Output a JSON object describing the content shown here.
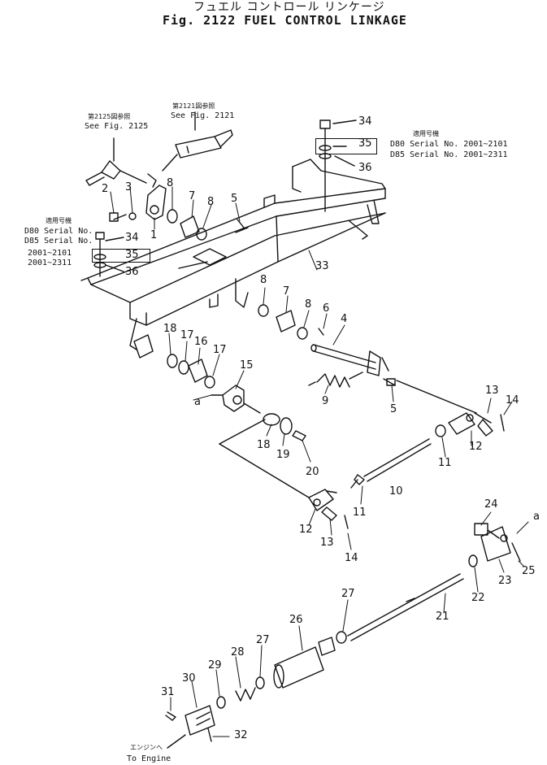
{
  "header": {
    "title_jp": "フュエル コントロール リンケージ",
    "title_en": "Fig. 2122 FUEL CONTROL LINKAGE"
  },
  "references": {
    "ref_2125_jp": "第2125図参照",
    "ref_2125_en": "See Fig. 2125",
    "ref_2121_jp": "第2121図参照",
    "ref_2121_en": "See Fig. 2121"
  },
  "serial_notes": {
    "right": {
      "heading": "適用号機",
      "line1": "D80 Serial No. 2001~2101",
      "line2": "D85 Serial No. 2001~2311"
    },
    "left": {
      "heading": "適用号機",
      "line1": "D80 Serial No.",
      "line2": "D85 Serial No.",
      "line3": "2001~2101",
      "line4": "2001~2311"
    }
  },
  "to_engine": {
    "jp": "エンジンへ",
    "en": "To Engine"
  },
  "callouts": {
    "c1": "1",
    "c2": "2",
    "c3": "3",
    "c4": "4",
    "c5a": "5",
    "c5b": "5",
    "c6": "6",
    "c7a": "7",
    "c7b": "7",
    "c8a": "8",
    "c8b": "8",
    "c8c": "8",
    "c8d": "8",
    "c9": "9",
    "c10": "10",
    "c11a": "11",
    "c11b": "11",
    "c12a": "12",
    "c12b": "12",
    "c13a": "13",
    "c13b": "13",
    "c14a": "14",
    "c14b": "14",
    "c15": "15",
    "c16": "16",
    "c17a": "17",
    "c17b": "17",
    "c18a": "18",
    "c18b": "18",
    "c19": "19",
    "c20": "20",
    "c21": "21",
    "c22": "22",
    "c23": "23",
    "c24": "24",
    "c25": "25",
    "c26": "26",
    "c27a": "27",
    "c27b": "27",
    "c28": "28",
    "c29": "29",
    "c30": "30",
    "c31": "31",
    "c32": "32",
    "c33": "33",
    "c34a": "34",
    "c34b": "34",
    "c35a": "35",
    "c35b": "35",
    "c36a": "36",
    "c36b": "36",
    "ca1": "a",
    "ca2": "a"
  }
}
